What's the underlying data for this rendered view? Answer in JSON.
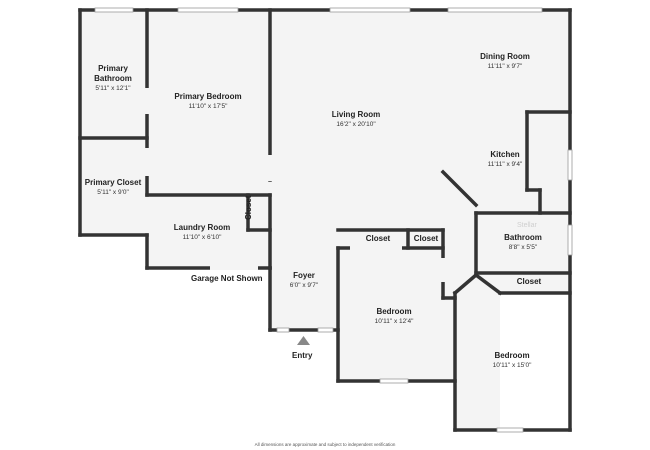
{
  "rooms": {
    "primary_bathroom": {
      "name": "Primary\nBathroom",
      "dims": "5'11\" x 12'1\""
    },
    "primary_bedroom": {
      "name": "Primary Bedroom",
      "dims": "11'10\" x 17'5\""
    },
    "living_room": {
      "name": "Living Room",
      "dims": "16'2\" x 20'10\""
    },
    "dining_room": {
      "name": "Dining Room",
      "dims": "11'11\" x 9'7\""
    },
    "kitchen": {
      "name": "Kitchen",
      "dims": "11'11\" x 9'4\""
    },
    "primary_closet": {
      "name": "Primary Closet",
      "dims": "5'11\" x 9'0\""
    },
    "laundry_room": {
      "name": "Laundry Room",
      "dims": "11'10\" x 6'10\""
    },
    "closet_laundry": {
      "name": "Closet"
    },
    "closet_1": {
      "name": "Closet"
    },
    "closet_2": {
      "name": "Closet"
    },
    "bathroom": {
      "name": "Bathroom",
      "dims": "8'8\" x 5'5\""
    },
    "closet_3": {
      "name": "Closet"
    },
    "foyer": {
      "name": "Foyer",
      "dims": "6'0\" x 9'7\""
    },
    "bedroom_1": {
      "name": "Bedroom",
      "dims": "10'11\" x 12'4\""
    },
    "bedroom_2": {
      "name": "Bedroom",
      "dims": "10'11\" x 15'0\""
    }
  },
  "labels": {
    "garage": "Garage Not Shown",
    "entry": "Entry",
    "watermark": "Stellar",
    "footer": "All dimensions are approximate and subject to independent verification"
  },
  "colors": {
    "wall": "#333333",
    "floor": "#f4f4f4",
    "text": "#222222"
  }
}
